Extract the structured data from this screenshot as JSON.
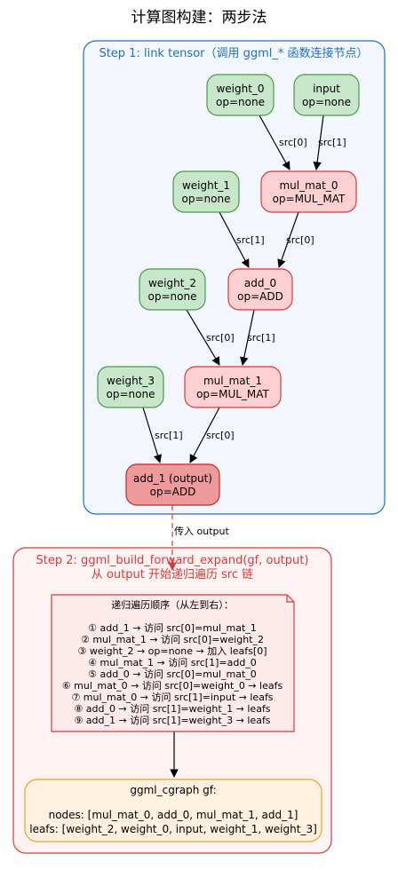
{
  "title": "计算图构建：两步法",
  "step1": {
    "label": "Step 1: link tensor（调用 ggml_* 函数连接节点）",
    "stroke": "#1f6fbf",
    "fill": "#f3f7fd"
  },
  "step2": {
    "label_line1": "Step 2: ggml_build_forward_expand(gf, output)",
    "label_line2": "从 output 开始递归遍历 src 链",
    "stroke": "#d33b3b",
    "fill": "#fdf3f3"
  },
  "colors": {
    "leaf_fill": "#c8e6c9",
    "leaf_stroke": "#4a9a4a",
    "op_fill": "#ffd0d3",
    "op_stroke": "#d33b3b",
    "output_fill": "#ef9a9a",
    "output_stroke": "#c62828",
    "note_fill": "#fdeaea",
    "note_stroke": "#d33b3b",
    "graph_fill": "#fff1df",
    "graph_stroke": "#f0a020"
  },
  "nodes": {
    "weight_0": {
      "line1": "weight_0",
      "line2": "op=none"
    },
    "input": {
      "line1": "input",
      "line2": "op=none"
    },
    "weight_1": {
      "line1": "weight_1",
      "line2": "op=none"
    },
    "mul_mat_0": {
      "line1": "mul_mat_0",
      "line2": "op=MUL_MAT"
    },
    "weight_2": {
      "line1": "weight_2",
      "line2": "op=none"
    },
    "add_0": {
      "line1": "add_0",
      "line2": "op=ADD"
    },
    "weight_3": {
      "line1": "weight_3",
      "line2": "op=none"
    },
    "mul_mat_1": {
      "line1": "mul_mat_1",
      "line2": "op=MUL_MAT"
    },
    "add_1": {
      "line1": "add_1 (output)",
      "line2": "op=ADD"
    }
  },
  "edges": {
    "w0_mm0": "src[0]",
    "in_mm0": "src[1]",
    "w1_add0": "src[1]",
    "mm0_add0": "src[0]",
    "w2_mm1": "src[0]",
    "add0_mm1": "src[1]",
    "w3_add1": "src[1]",
    "mm1_add1": "src[0]",
    "pass": "传入 output"
  },
  "traversal": {
    "title": "递归遍历顺序（从左到右）：",
    "lines": [
      "① add_1 → 访问 src[0]=mul_mat_1",
      "② mul_mat_1 → 访问 src[0]=weight_2",
      "③ weight_2 → op=none → 加入 leafs[0]",
      "④ mul_mat_1 → 访问 src[1]=add_0",
      "⑤ add_0 → 访问 src[0]=mul_mat_0",
      "⑥ mul_mat_0 → 访问 src[0]=weight_0 → leafs",
      "⑦ mul_mat_0 → 访问 src[1]=input → leafs",
      "⑧ add_0 → 访问 src[1]=weight_1 → leafs",
      "⑨ add_1 → 访问 src[1]=weight_3 → leafs"
    ]
  },
  "cgraph": {
    "title": "ggml_cgraph gf:",
    "nodes_line": "nodes: [mul_mat_0, add_0, mul_mat_1, add_1]",
    "leafs_line": "leafs: [weight_2, weight_0, input, weight_1, weight_3]"
  }
}
